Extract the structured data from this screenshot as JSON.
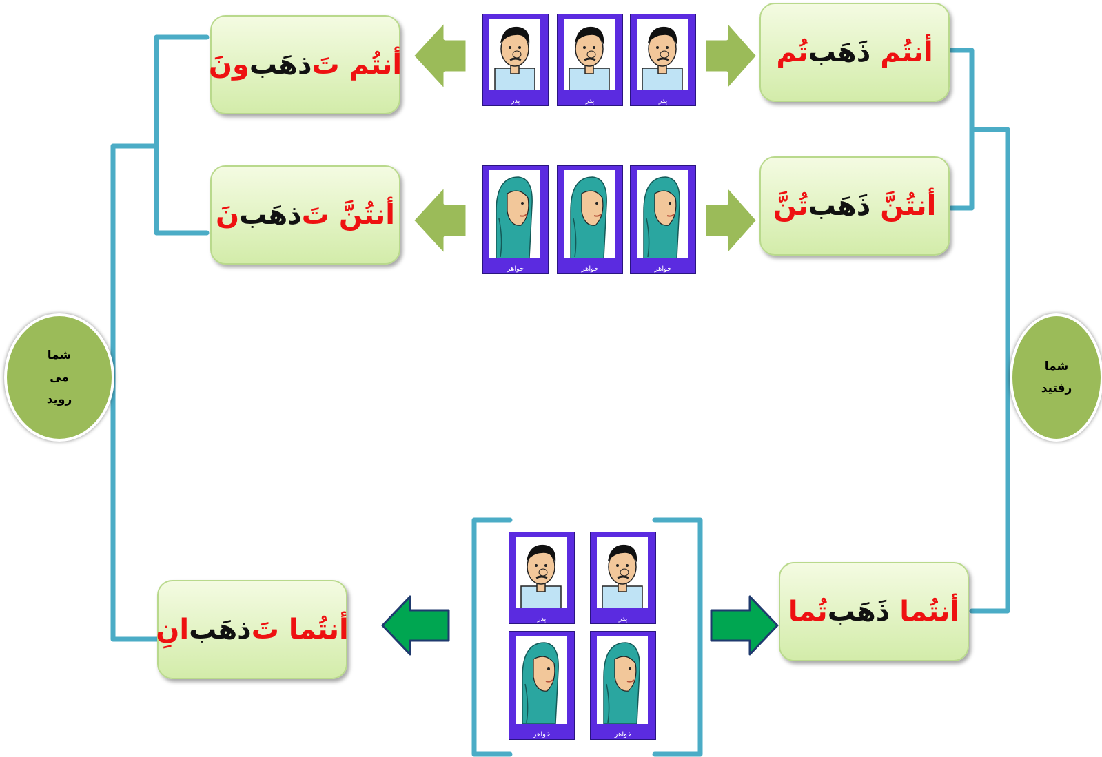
{
  "boxes": {
    "past_masc_plural": {
      "pronoun": "أنتُم",
      "verb_stem": "ذَهَب",
      "suffix": "تُم"
    },
    "past_fem_plural": {
      "pronoun": "أنتُنَّ",
      "verb_stem": "ذَهَب",
      "suffix": "تُنَّ"
    },
    "past_dual": {
      "pronoun": "أنتُما",
      "verb_stem": "ذَهَب",
      "suffix": "تُما"
    },
    "present_masc_plural": {
      "pronoun": "أنتُم",
      "prefix": "تَ",
      "verb_stem": "ذهَب",
      "suffix": "ونَ"
    },
    "present_fem_plural": {
      "pronoun": "أنتُنَّ",
      "prefix": "تَ",
      "verb_stem": "ذهَب",
      "suffix": "نَ"
    },
    "present_dual": {
      "pronoun": "أنتُما",
      "prefix": "تَ",
      "verb_stem": "ذهَب",
      "suffix": "انِ"
    }
  },
  "labels": {
    "left_circle": [
      "شما",
      "می",
      "روید"
    ],
    "right_circle": [
      "شما",
      "رفتید"
    ]
  },
  "cards": {
    "father_caption": "پدر",
    "sister_caption": "خواهر"
  },
  "colors": {
    "highlight": "#ee1111",
    "box_fill": "#d3ecaa",
    "circle_fill": "#9bbb59",
    "card_fill": "#5b2be0",
    "connector": "#4bacc6",
    "arrow_light": "#9bbb59",
    "arrow_dark": "#00a651"
  },
  "icons": [
    "man-icon",
    "woman-hijab-icon",
    "arrow-left-icon",
    "arrow-right-icon"
  ]
}
